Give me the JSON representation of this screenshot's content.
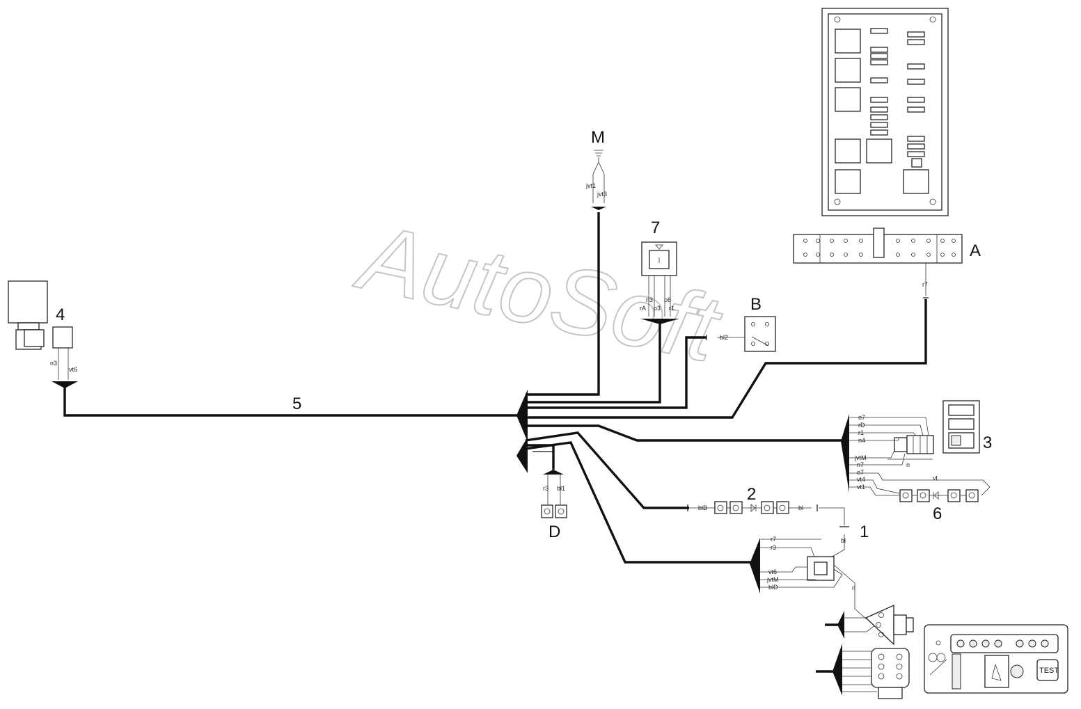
{
  "watermark": "AutoSoft",
  "components": {
    "A": "A",
    "B": "B",
    "D": "D",
    "M": "M",
    "c1": "1",
    "c2": "2",
    "c3": "3",
    "c4": "4",
    "c5": "5",
    "c6": "6",
    "c7": "7"
  },
  "wires": {
    "jvt1": "jvt1",
    "jvt3": "jvt3",
    "n3_7": "n3",
    "o6_7": "o6",
    "rA_7": "rA",
    "o3_7": "o3",
    "r1_7": "r1",
    "bl2": "bl2",
    "r7_A": "r7",
    "n3_4": "n3",
    "vt6_4": "vt6",
    "r3_D": "r3",
    "bl1_D": "bl1",
    "blB": "blB",
    "bl_2": "bl",
    "bl_1": "bl",
    "r7_1": "r7",
    "r3_1": "r3",
    "vt6_1": "vt6",
    "jvtM_1": "jvtM",
    "blD_1": "blD",
    "n_1": "n",
    "o7a": "o7",
    "rD": "rD",
    "r1_3": "r1",
    "n4": "n4",
    "n_3": "n",
    "jvtM_3": "jvtM",
    "n7": "n7",
    "o7b": "o7",
    "vt4": "vt4",
    "vt1": "vt1",
    "vt": "vt"
  },
  "panel": {
    "test_label": "TEST"
  }
}
